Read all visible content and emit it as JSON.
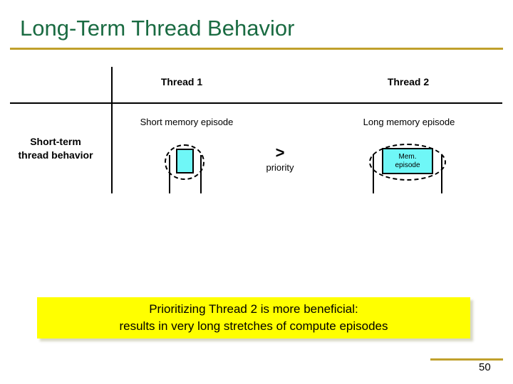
{
  "slide": {
    "title": "Long-Term Thread Behavior",
    "page_number": "50",
    "accent_rule_color": "#c0a02c",
    "title_color": "#1a6b42"
  },
  "matrix": {
    "columns": [
      {
        "id": "thread-1",
        "label": "Thread 1"
      },
      {
        "id": "thread-2",
        "label": "Thread 2"
      }
    ],
    "row_label": "Short-term\nthread behavior",
    "row_label_line1": "Short-term",
    "row_label_line2": "thread behavior",
    "cells": [
      {
        "id": "thread-1-cell",
        "caption": "Short memory episode",
        "box_label": "",
        "box_color": "#6ff7f7",
        "annotation": "dashed-ellipse"
      },
      {
        "id": "thread-2-cell",
        "caption": "Long memory episode",
        "box_label_line1": "Mem.",
        "box_label_line2": "episode",
        "box_color": "#6ff7f7",
        "annotation": "dashed-ellipse"
      }
    ]
  },
  "comparator": {
    "symbol": ">",
    "label": "priority"
  },
  "callout": {
    "line1": "Prioritizing Thread 2 is more beneficial:",
    "line2": "results in very long stretches of compute episodes",
    "background": "#ffff00"
  }
}
